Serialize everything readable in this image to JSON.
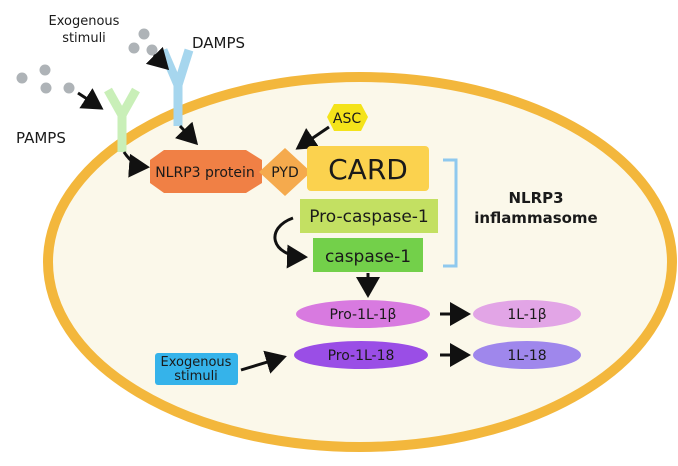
{
  "labels": {
    "exogenous_top_line1": "Exogenous",
    "exogenous_top_line2": "stimuli",
    "damps": "DAMPS",
    "pamps": "PAMPS",
    "asc": "ASC",
    "nlrp3_protein": "NLRP3 protein",
    "pyd": "PYD",
    "card": "CARD",
    "pro_caspase": "Pro-caspase-1",
    "caspase": "caspase-1",
    "inflammasome_line1": "NLRP3",
    "inflammasome_line2": "inflammasome",
    "pro_il1b": "Pro-1L-1β",
    "il1b": "1L-1β",
    "pro_il18": "Pro-1L-18",
    "il18": "1L-18",
    "exogenous_box_line1": "Exogenous",
    "exogenous_box_line2": "stimuli"
  },
  "colors": {
    "cell_border": "#f3b73c",
    "cell_fill": "#fbf8ea",
    "receptor_pamps": "#c9efb8",
    "receptor_damps": "#a6d6ee",
    "particle": "#aeb3b7",
    "nlrp3": "#f08045",
    "pyd": "#f5aa4d",
    "card": "#fbd24e",
    "asc": "#f4e31a",
    "pro_caspase": "#c3e062",
    "caspase": "#73d04a",
    "bracket": "#8fc9ee",
    "pro_il1b": "#d87ae0",
    "il1b": "#e2a5e6",
    "pro_il18": "#9a4ee6",
    "il18": "#9f87ec",
    "exogenous_box": "#35b3ea"
  }
}
